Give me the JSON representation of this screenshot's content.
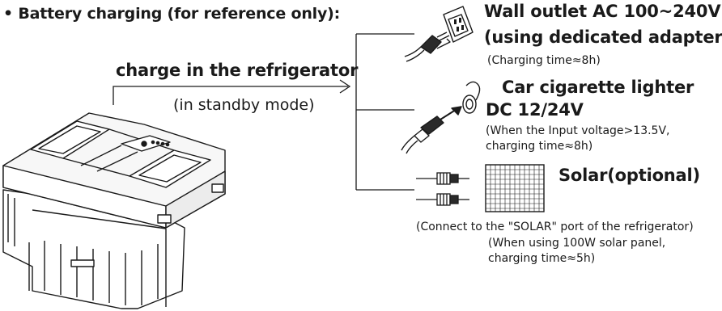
{
  "header": "• Battery charging (for reference only):",
  "center": {
    "title": "charge in the refrigerator",
    "subtitle": "(in standby mode)"
  },
  "options": [
    {
      "title_line1": "Wall outlet AC 100~240V",
      "title_line2": "(using dedicated adapter)",
      "note_line1": "(Charging time≈8h)"
    },
    {
      "title_line1": "Car cigarette lighter",
      "title_line2": "DC 12/24V",
      "note_line1": "(When the Input voltage>13.5V,",
      "note_line2": "charging time≈8h)"
    },
    {
      "title_line1": "Solar(optional)",
      "note_line1": "(Connect to the \"SOLAR\" port of the refrigerator)",
      "note_line2": "(When using 100W solar panel,",
      "note_line3": "charging time≈5h)"
    }
  ],
  "icons": [
    "refrigerator-illustration",
    "wall-outlet-plug-icon",
    "car-lighter-plug-icon",
    "solar-connector-icon",
    "solar-panel-icon"
  ],
  "colors": {
    "line": "#1a1a1a",
    "text": "#1a1a1a",
    "background": "#ffffff"
  }
}
